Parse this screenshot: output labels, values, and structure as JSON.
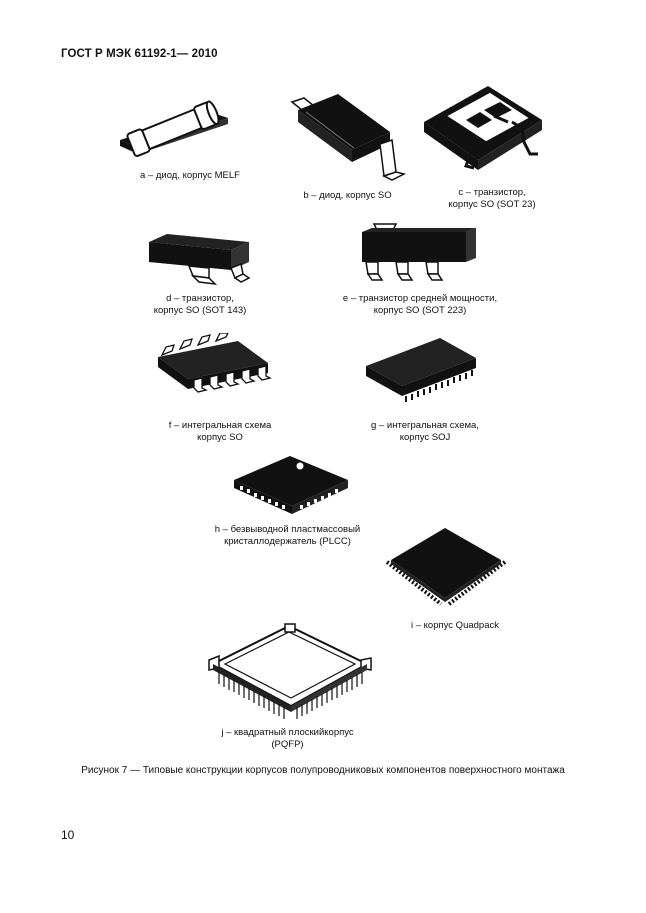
{
  "header": "ГОСТ Р МЭК 61192-1— 2010",
  "items": [
    {
      "label": "a – диод, корпус MELF"
    },
    {
      "label": "b – диод, корпус SO"
    },
    {
      "line1": "c – транзистор,",
      "line2": "корпус SO (SOT 23)"
    },
    {
      "line1": "d – транзистор,",
      "line2": "корпус SO (SOT 143)"
    },
    {
      "line1": "e – транзистор средней мощности,",
      "line2": "корпус SO (SOT 223)"
    },
    {
      "line1": "f – интегральная схема",
      "line2": "корпус SO"
    },
    {
      "line1": "g – интегральная схема,",
      "line2": "корпус SOJ"
    },
    {
      "line1": "h – безвыводной пластмассовый",
      "line2": "кристаллодержатель (PLCC)"
    },
    {
      "label": "i – корпус Quadpack"
    },
    {
      "line1": "j – квадратный плоскийкорпус",
      "line2": "(PQFP)"
    }
  ],
  "figure_caption": "Рисунок 7 — Типовые конструкции корпусов полупроводниковых компонентов поверхностного монтажа",
  "page_number": "10"
}
